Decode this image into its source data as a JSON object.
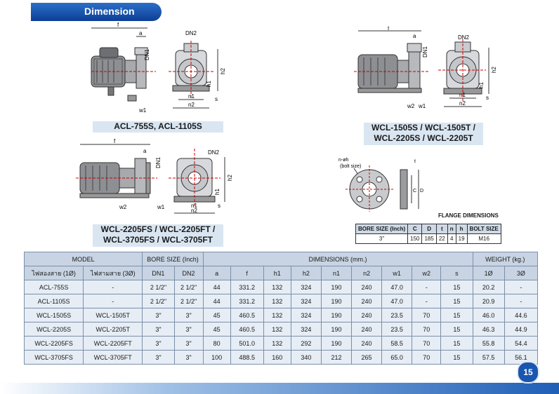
{
  "header": {
    "title": "Dimension"
  },
  "figures": {
    "acl": {
      "caption": "ACL-755S, ACL-1105S",
      "labels": {
        "f": "f",
        "a": "a",
        "dn1": "DN1",
        "dn2": "DN2",
        "h1": "h1",
        "h2": "h2",
        "n1": "n1",
        "n2": "n2",
        "w1": "w1",
        "s": "s"
      }
    },
    "wcl1": {
      "caption_line1": "WCL-1505S / WCL-1505T /",
      "caption_line2": "WCL-2205S / WCL-2205T",
      "labels": {
        "f": "f",
        "a": "a",
        "dn1": "DN1",
        "dn2": "DN2",
        "h1": "h1",
        "h2": "h2",
        "n1": "n1",
        "n2": "n2",
        "w1": "w1",
        "w2": "w2",
        "s": "s"
      }
    },
    "wcl2": {
      "caption_line1": "WCL-2205FS / WCL-2205FT /",
      "caption_line2": "WCL-3705FS / WCL-3705FT",
      "labels": {
        "f": "f",
        "a": "a",
        "dn1": "DN1",
        "dn2": "DN2",
        "h1": "h1",
        "h2": "h2",
        "n1": "n1",
        "n2": "n2",
        "w1": "w1",
        "w2": "w2",
        "s": "s"
      }
    },
    "flange": {
      "labels": {
        "nphi": "n-øh",
        "bolt": "(bolt size)",
        "t": "t",
        "c": "C",
        "d": "D"
      }
    }
  },
  "flange_table": {
    "title": "FLANGE DIMENSIONS",
    "headers": [
      "BORE SIZE (Inch)",
      "C",
      "D",
      "t",
      "n",
      "h",
      "BOLT SIZE"
    ],
    "row": [
      "3\"",
      "150",
      "185",
      "22",
      "4",
      "19",
      "M16"
    ]
  },
  "main_table": {
    "group_headers": {
      "model": "MODEL",
      "bore": "BORE SIZE (Inch)",
      "dims": "DIMENSIONS (mm.)",
      "weight": "WEIGHT (kg.)"
    },
    "sub_headers": [
      "ไฟสองสาย (1Ø)",
      "ไฟสามสาย (3Ø)",
      "DN1",
      "DN2",
      "a",
      "f",
      "h1",
      "h2",
      "n1",
      "n2",
      "w1",
      "w2",
      "s",
      "1Ø",
      "3Ø"
    ],
    "rows": [
      [
        "ACL-755S",
        "-",
        "2 1/2\"",
        "2 1/2\"",
        "44",
        "331.2",
        "132",
        "324",
        "190",
        "240",
        "47.0",
        "-",
        "15",
        "20.2",
        "-"
      ],
      [
        "ACL-1105S",
        "-",
        "2 1/2\"",
        "2 1/2\"",
        "44",
        "331.2",
        "132",
        "324",
        "190",
        "240",
        "47.0",
        "-",
        "15",
        "20.9",
        "-"
      ],
      [
        "WCL-1505S",
        "WCL-1505T",
        "3\"",
        "3\"",
        "45",
        "460.5",
        "132",
        "324",
        "190",
        "240",
        "23.5",
        "70",
        "15",
        "46.0",
        "44.6"
      ],
      [
        "WCL-2205S",
        "WCL-2205T",
        "3\"",
        "3\"",
        "45",
        "460.5",
        "132",
        "324",
        "190",
        "240",
        "23.5",
        "70",
        "15",
        "46.3",
        "44.9"
      ],
      [
        "WCL-2205FS",
        "WCL-2205FT",
        "3\"",
        "3\"",
        "80",
        "501.0",
        "132",
        "292",
        "190",
        "240",
        "58.5",
        "70",
        "15",
        "55.8",
        "54.4"
      ],
      [
        "WCL-3705FS",
        "WCL-3705FT",
        "3\"",
        "3\"",
        "100",
        "488.5",
        "160",
        "340",
        "212",
        "265",
        "65.0",
        "70",
        "15",
        "57.5",
        "56.1"
      ]
    ]
  },
  "page_number": "15",
  "colors": {
    "header_blue": "#1a56b0",
    "caption_bg": "#d9e6f2",
    "table_header_bg": "#c8d4e3",
    "table_row_bg": "#e6edf5"
  }
}
